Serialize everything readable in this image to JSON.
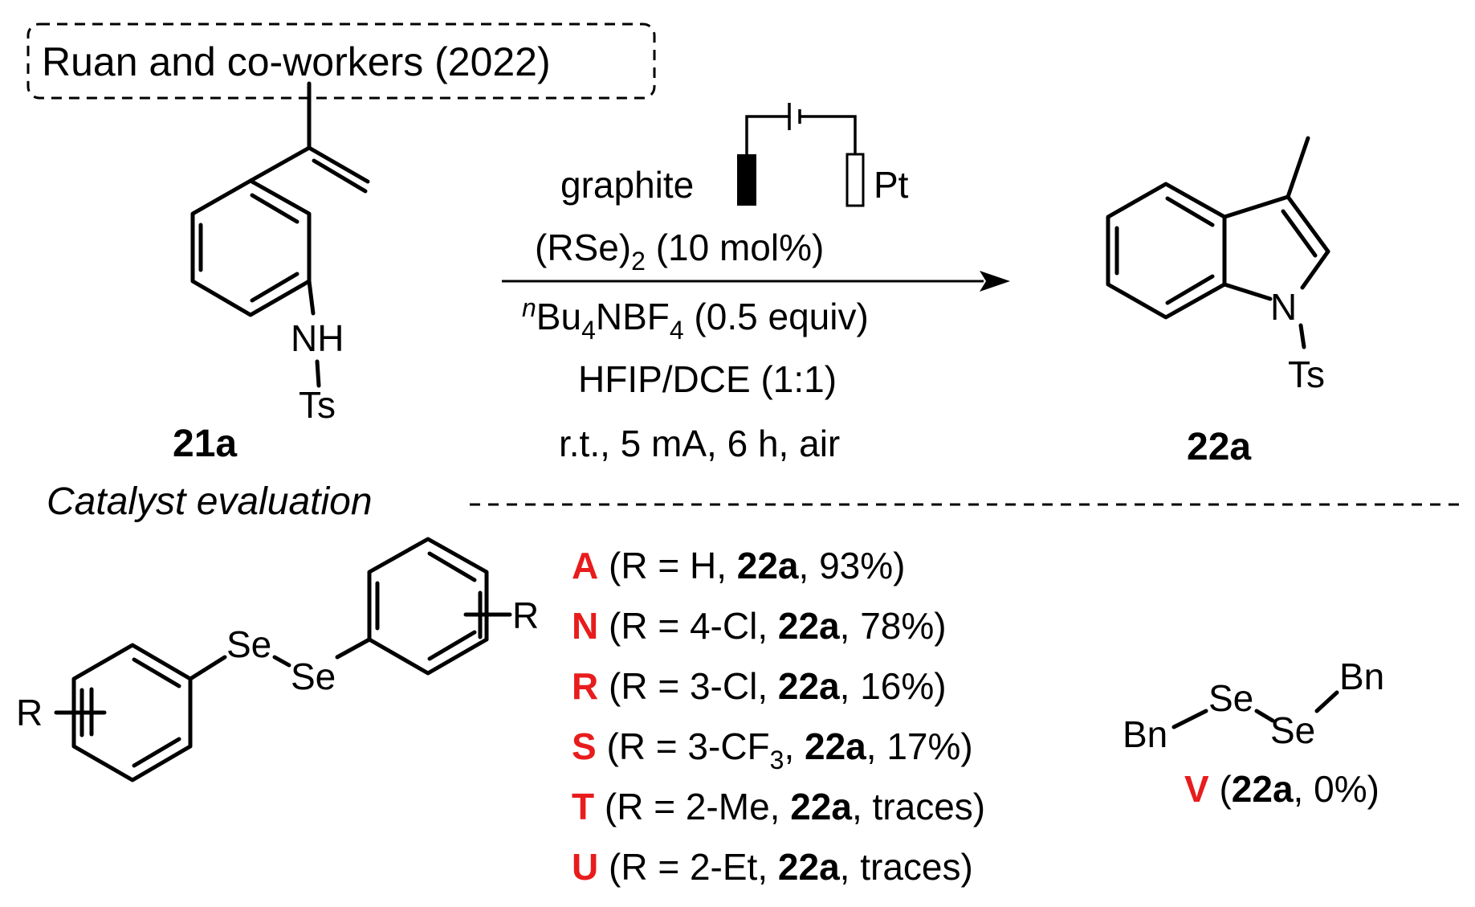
{
  "header": {
    "title": "Ruan and co-workers (2022)"
  },
  "reactant": {
    "label": "21a",
    "nh": "NH",
    "ts": "Ts"
  },
  "product": {
    "label": "22a",
    "n": "N",
    "ts": "Ts"
  },
  "conditions": {
    "anode": "graphite",
    "cathode": "Pt",
    "catalyst_main": "(RSe)",
    "catalyst_sub": "2",
    "catalyst_rest": " (10 mol%)",
    "electrolyte_sup": "n",
    "electrolyte_a": "Bu",
    "electrolyte_sub1": "4",
    "electrolyte_b": "NBF",
    "electrolyte_sub2": "4",
    "electrolyte_rest": " (0.5 equiv)",
    "solvent": "HFIP/DCE (1:1)",
    "params": "r.t., 5 mA, 6 h, air"
  },
  "evaluation": {
    "heading": "Catalyst evaluation",
    "diselenide_labels": {
      "r_left": "R",
      "r_right": "R",
      "se1": "Se",
      "se2": "Se"
    },
    "entries": [
      {
        "id": "A",
        "pre": " (R = H, ",
        "cmp": "22a",
        "post": ", 93%)"
      },
      {
        "id": "N",
        "pre": " (R = 4-Cl, ",
        "cmp": "22a",
        "post": ", 78%)"
      },
      {
        "id": "R",
        "pre": " (R = 3-Cl, ",
        "cmp": "22a",
        "post": ", 16%)"
      },
      {
        "id": "S",
        "pre": " (R = 3-CF",
        "sub": "3",
        "pre2": ", ",
        "cmp": "22a",
        "post": ", 17%)"
      },
      {
        "id": "T",
        "pre": " (R = 2-Me, ",
        "cmp": "22a",
        "post": ", traces)"
      },
      {
        "id": "U",
        "pre": " (R = 2-Et, ",
        "cmp": "22a",
        "post": ", traces)"
      }
    ],
    "benzyl": {
      "bn1": "Bn",
      "bn2": "Bn",
      "se1": "Se",
      "se2": "Se",
      "id": "V",
      "open": " (",
      "cmp": "22a",
      "post": ", 0%)"
    }
  },
  "colors": {
    "accent_red": "#e81c1c",
    "ink": "#000000"
  }
}
